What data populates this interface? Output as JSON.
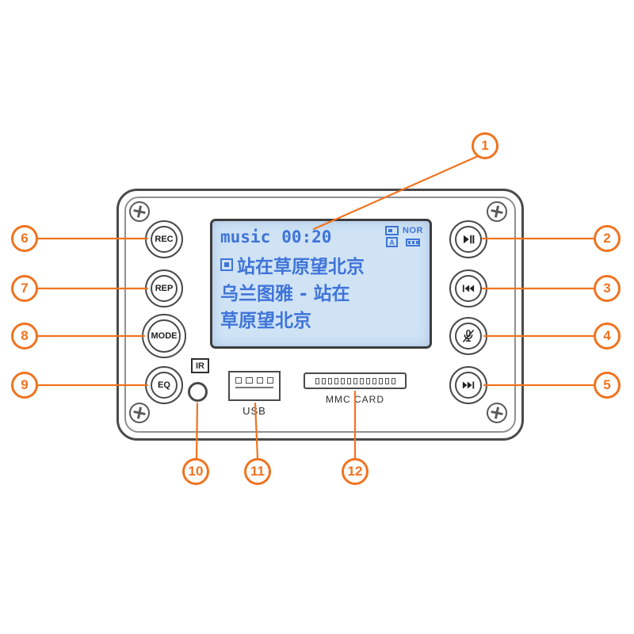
{
  "panel": {
    "left_buttons": [
      {
        "label": "REC"
      },
      {
        "label": "REP"
      },
      {
        "label": "MODE"
      },
      {
        "label": "EQ"
      }
    ],
    "right_buttons": [
      {
        "icon": "play-pause"
      },
      {
        "icon": "previous-track"
      },
      {
        "icon": "mic-mute"
      },
      {
        "icon": "next-track"
      }
    ],
    "lcd": {
      "source": "music",
      "time": "00:20",
      "badge_nor": "NOR",
      "badge_a": "A",
      "line2": "站在草原望北京",
      "line3": "乌兰图雅 - 站在",
      "line4": "草原望北京"
    },
    "ir_label": "IR",
    "usb_label": "USB",
    "mmc_label": "MMC CARD"
  },
  "callouts": [
    {
      "label": "1",
      "target": "lcd-display"
    },
    {
      "label": "2",
      "target": "play-pause-button"
    },
    {
      "label": "3",
      "target": "previous-button"
    },
    {
      "label": "4",
      "target": "mic-mute-button"
    },
    {
      "label": "5",
      "target": "next-button"
    },
    {
      "label": "6",
      "target": "rec-button"
    },
    {
      "label": "7",
      "target": "rep-button"
    },
    {
      "label": "8",
      "target": "mode-button"
    },
    {
      "label": "9",
      "target": "eq-button"
    },
    {
      "label": "10",
      "target": "ir-receiver"
    },
    {
      "label": "11",
      "target": "usb-port"
    },
    {
      "label": "12",
      "target": "mmc-card-slot"
    }
  ],
  "colors": {
    "accent": "#f0731f",
    "lcd_bg": "#cfe3f5",
    "lcd_text": "#3f74d8"
  }
}
